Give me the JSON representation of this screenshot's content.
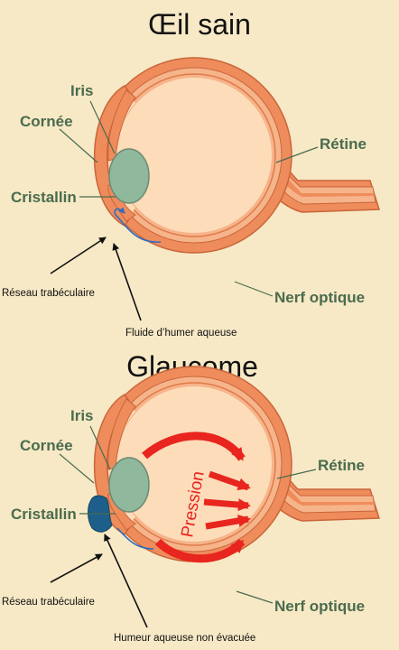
{
  "healthy": {
    "title": "Œil sain",
    "labels": {
      "iris": "Iris",
      "cornea": "Cornée",
      "lens": "Cristallin",
      "retina": "Rétine",
      "optic_nerve": "Nerf optique",
      "trabecular": "Réseau trabéculaire",
      "fluid": "Fluide d’humer aqueuse"
    }
  },
  "glaucoma": {
    "title": "Glaucome",
    "labels": {
      "iris": "Iris",
      "cornea": "Cornée",
      "lens": "Cristallin",
      "retina": "Rétine",
      "optic_nerve": "Nerf optique",
      "trabecular": "Réseau trabéculaire",
      "fluid": "Humeur aqueuse non évacuée",
      "pressure": "Pression"
    }
  },
  "colors": {
    "background": "#f7e9c6",
    "sclera": "#ef8c5c",
    "choroid": "#f6b48a",
    "vitreous": "#fddcba",
    "lens": "#8fb89c",
    "label_green": "#4a6b4e",
    "fluid_arrow": "#2c6dc2",
    "blockage": "#1d5f8a",
    "pressure": "#e8251e"
  }
}
